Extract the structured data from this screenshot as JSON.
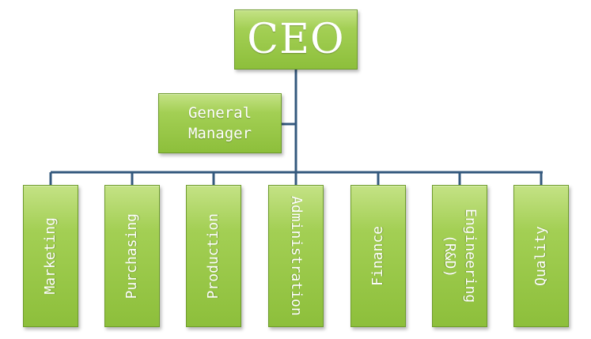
{
  "colors": {
    "box_fill": "#9bc94a",
    "box_border": "#6d9b2a",
    "connector": "#34597e",
    "text": "#ffffff"
  },
  "ceo": {
    "label": "CEO"
  },
  "general_manager": {
    "label": "General\nManager"
  },
  "departments": [
    {
      "label": "Marketing"
    },
    {
      "label": "Purchasing"
    },
    {
      "label": "Production"
    },
    {
      "label": "Administration"
    },
    {
      "label": "Finance"
    },
    {
      "label": "Engineering\n(R&D)"
    },
    {
      "label": "Quality"
    }
  ]
}
